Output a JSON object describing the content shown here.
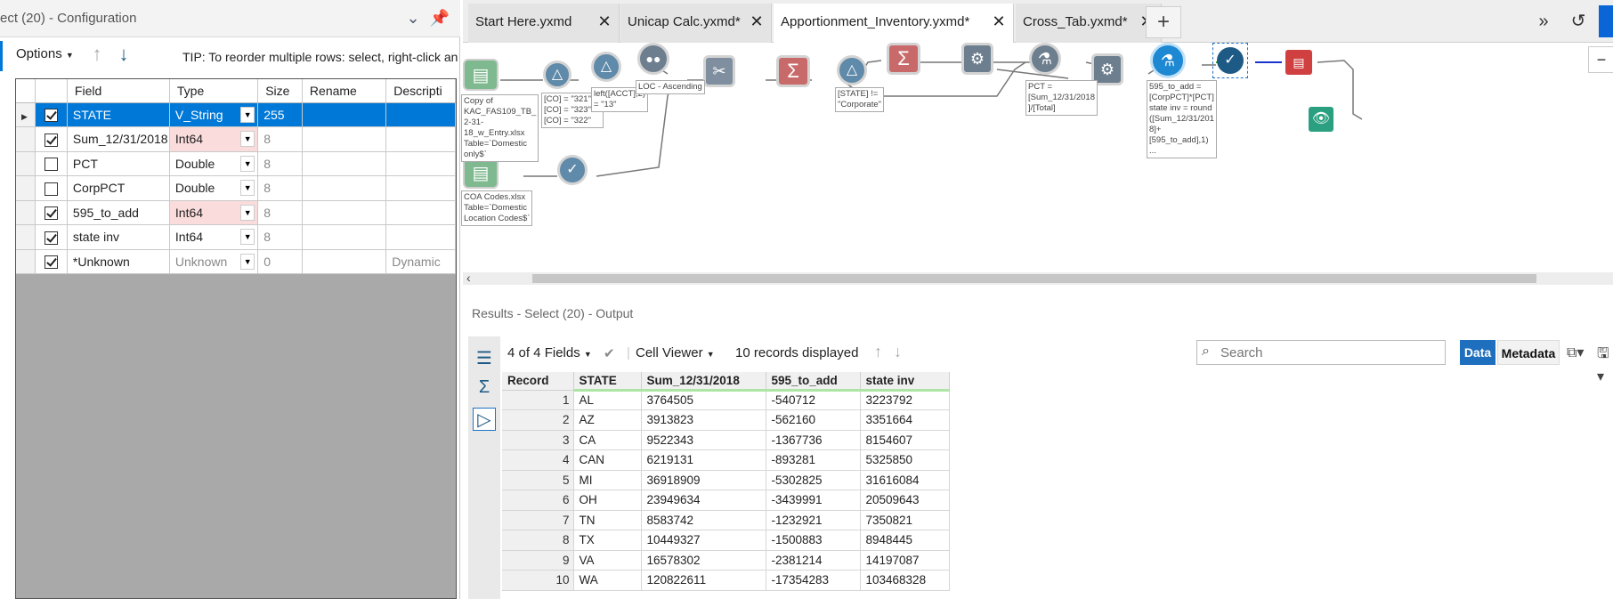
{
  "config": {
    "title": "ect (20) - Configuration",
    "options_label": "Options",
    "tip": "TIP: To reorder multiple rows: select, right-click an",
    "columns": [
      "Field",
      "Type",
      "Size",
      "Rename",
      "Descripti"
    ],
    "rows": [
      {
        "checked": true,
        "field": "STATE",
        "type": "V_String",
        "size": "255",
        "rename": "",
        "desc": ""
      },
      {
        "checked": true,
        "field": "Sum_12/31/2018",
        "type": "Int64",
        "size": "8",
        "rename": "",
        "desc": ""
      },
      {
        "checked": false,
        "field": "PCT",
        "type": "Double",
        "size": "8",
        "rename": "",
        "desc": ""
      },
      {
        "checked": false,
        "field": "CorpPCT",
        "type": "Double",
        "size": "8",
        "rename": "",
        "desc": ""
      },
      {
        "checked": true,
        "field": "595_to_add",
        "type": "Int64",
        "size": "8",
        "rename": "",
        "desc": ""
      },
      {
        "checked": true,
        "field": "state inv",
        "type": "Int64",
        "size": "8",
        "rename": "",
        "desc": ""
      },
      {
        "checked": true,
        "field": "*Unknown",
        "type": "Unknown",
        "size": "0",
        "rename": "",
        "desc": "Dynamic"
      }
    ]
  },
  "tabs": [
    {
      "label": "Start Here.yxmd",
      "active": false
    },
    {
      "label": "Unicap Calc.yxmd*",
      "active": false
    },
    {
      "label": "Apportionment_Inventory.yxmd*",
      "active": true
    },
    {
      "label": "Cross_Tab.yxmd*",
      "active": false
    }
  ],
  "canvas": {
    "labels": {
      "input1": "Copy of\nKAC_FAS109_TB_\n2-31-\n18_w_Entry.xlsx\nTable=`Domestic\nonly$`",
      "filter1": "[CO] = \"321\"\n[CO] = \"323\" or\n[CO] = \"322\"",
      "formula1": "left([ACCT],2)\n= \"13\"",
      "sort1": "LOC - Ascending",
      "filter2": "[STATE] !=\n\"Corporate\"",
      "formula2": "PCT =\n[Sum_12/31/2018\n]/[Total]",
      "formula3": "595_to_add =\n[CorpPCT]*[PCT]\nstate inv = round\n([Sum_12/31/201\n8]+\n[595_to_add],1)\n...",
      "input2": "COA Codes.xlsx\nTable=`Domestic\nLocation Codes$`"
    }
  },
  "results": {
    "title": "Results - Select (20) - Output",
    "fields_label": "4 of 4 Fields",
    "viewer_label": "Cell Viewer",
    "records_label": "10 records displayed",
    "search_placeholder": "Search",
    "data_btn": "Data",
    "metadata_btn": "Metadata",
    "columns": [
      "Record",
      "STATE",
      "Sum_12/31/2018",
      "595_to_add",
      "state inv"
    ],
    "rows": [
      [
        "1",
        "AL",
        "3764505",
        "-540712",
        "3223792"
      ],
      [
        "2",
        "AZ",
        "3913823",
        "-562160",
        "3351664"
      ],
      [
        "3",
        "CA",
        "9522343",
        "-1367736",
        "8154607"
      ],
      [
        "4",
        "CAN",
        "6219131",
        "-893281",
        "5325850"
      ],
      [
        "5",
        "MI",
        "36918909",
        "-5302825",
        "31616084"
      ],
      [
        "6",
        "OH",
        "23949634",
        "-3439991",
        "20509643"
      ],
      [
        "7",
        "TN",
        "8583742",
        "-1232921",
        "7350821"
      ],
      [
        "8",
        "TX",
        "10449327",
        "-1500883",
        "8948445"
      ],
      [
        "9",
        "VA",
        "16578302",
        "-2381214",
        "14197087"
      ],
      [
        "10",
        "WA",
        "120822611",
        "-17354283",
        "103468328"
      ]
    ]
  }
}
